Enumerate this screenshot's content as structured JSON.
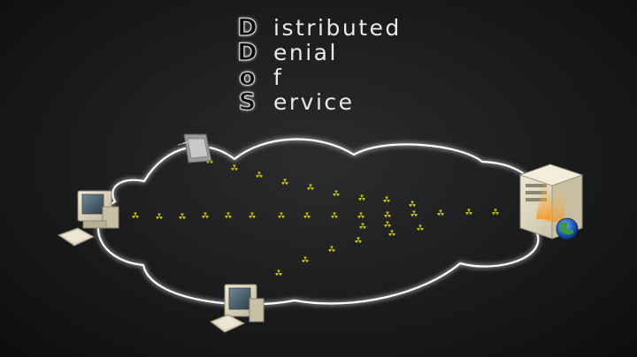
{
  "title": {
    "rows": [
      {
        "initial": "D",
        "rest": "istributed"
      },
      {
        "initial": "D",
        "rest": "enial"
      },
      {
        "initial": "o",
        "rest": "f"
      },
      {
        "initial": "S",
        "rest": "ervice"
      }
    ]
  },
  "diagram": {
    "nodes": [
      {
        "name": "pda-device-icon",
        "kind": "pda"
      },
      {
        "name": "desktop-computer-left-icon",
        "kind": "computer"
      },
      {
        "name": "desktop-computer-bottom-icon",
        "kind": "computer"
      },
      {
        "name": "server-icon",
        "kind": "server"
      }
    ],
    "packet_icon": "radiation-icon",
    "colors": {
      "background": "#1a1b1c",
      "cloud_stroke": "#ffffff",
      "packet": "#c9c400",
      "text": "#e9e9e9"
    }
  }
}
